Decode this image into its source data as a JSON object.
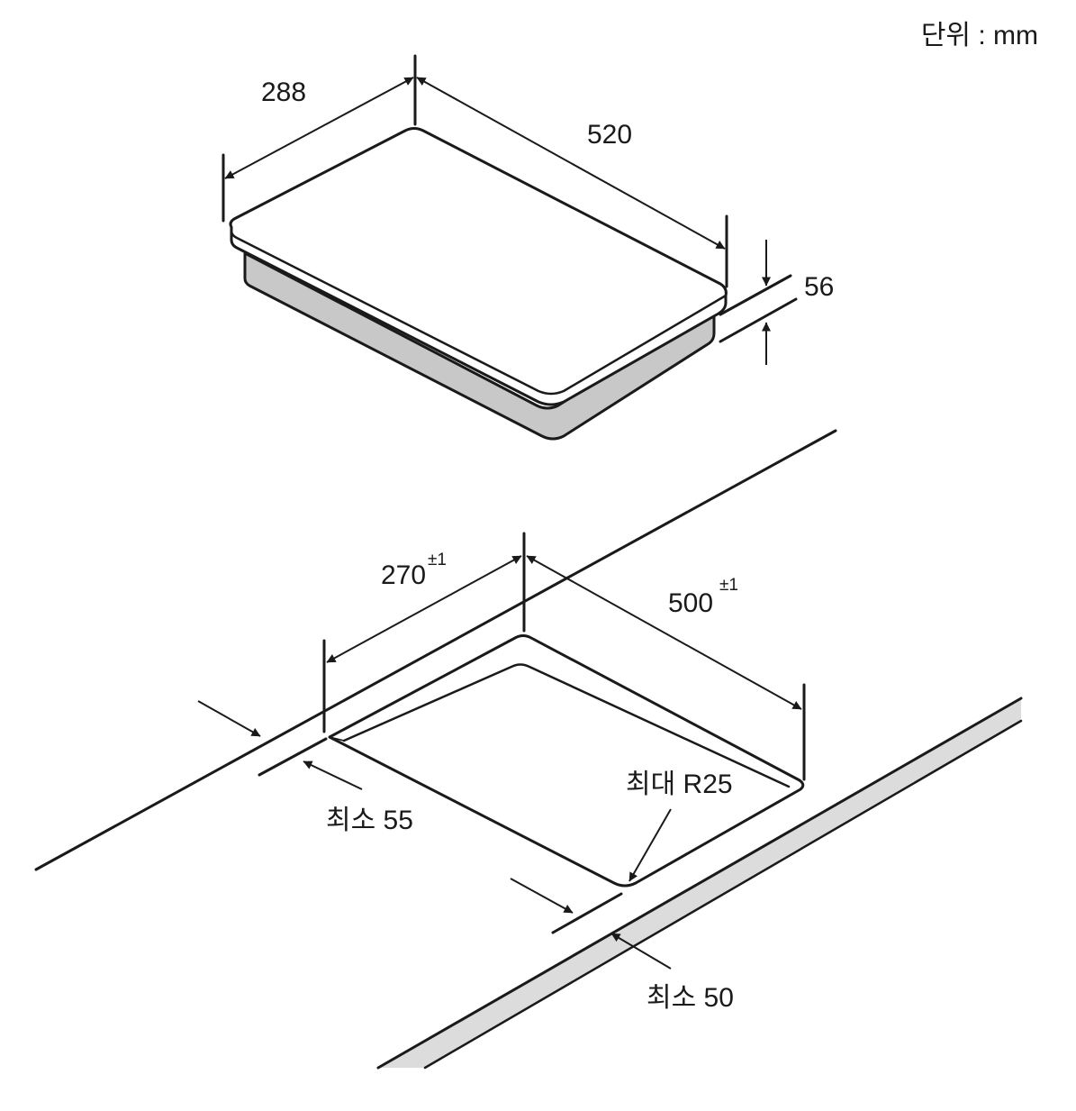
{
  "unit_label": "단위 : mm",
  "hob": {
    "depth": "288",
    "width": "520",
    "height": "56"
  },
  "cutout": {
    "depth": "270",
    "depth_tolerance": "±1",
    "width": "500",
    "width_tolerance": "±1",
    "corner_radius": "최대 R25",
    "min_rear_clearance": "최소 55",
    "min_front_clearance": "최소 50"
  }
}
